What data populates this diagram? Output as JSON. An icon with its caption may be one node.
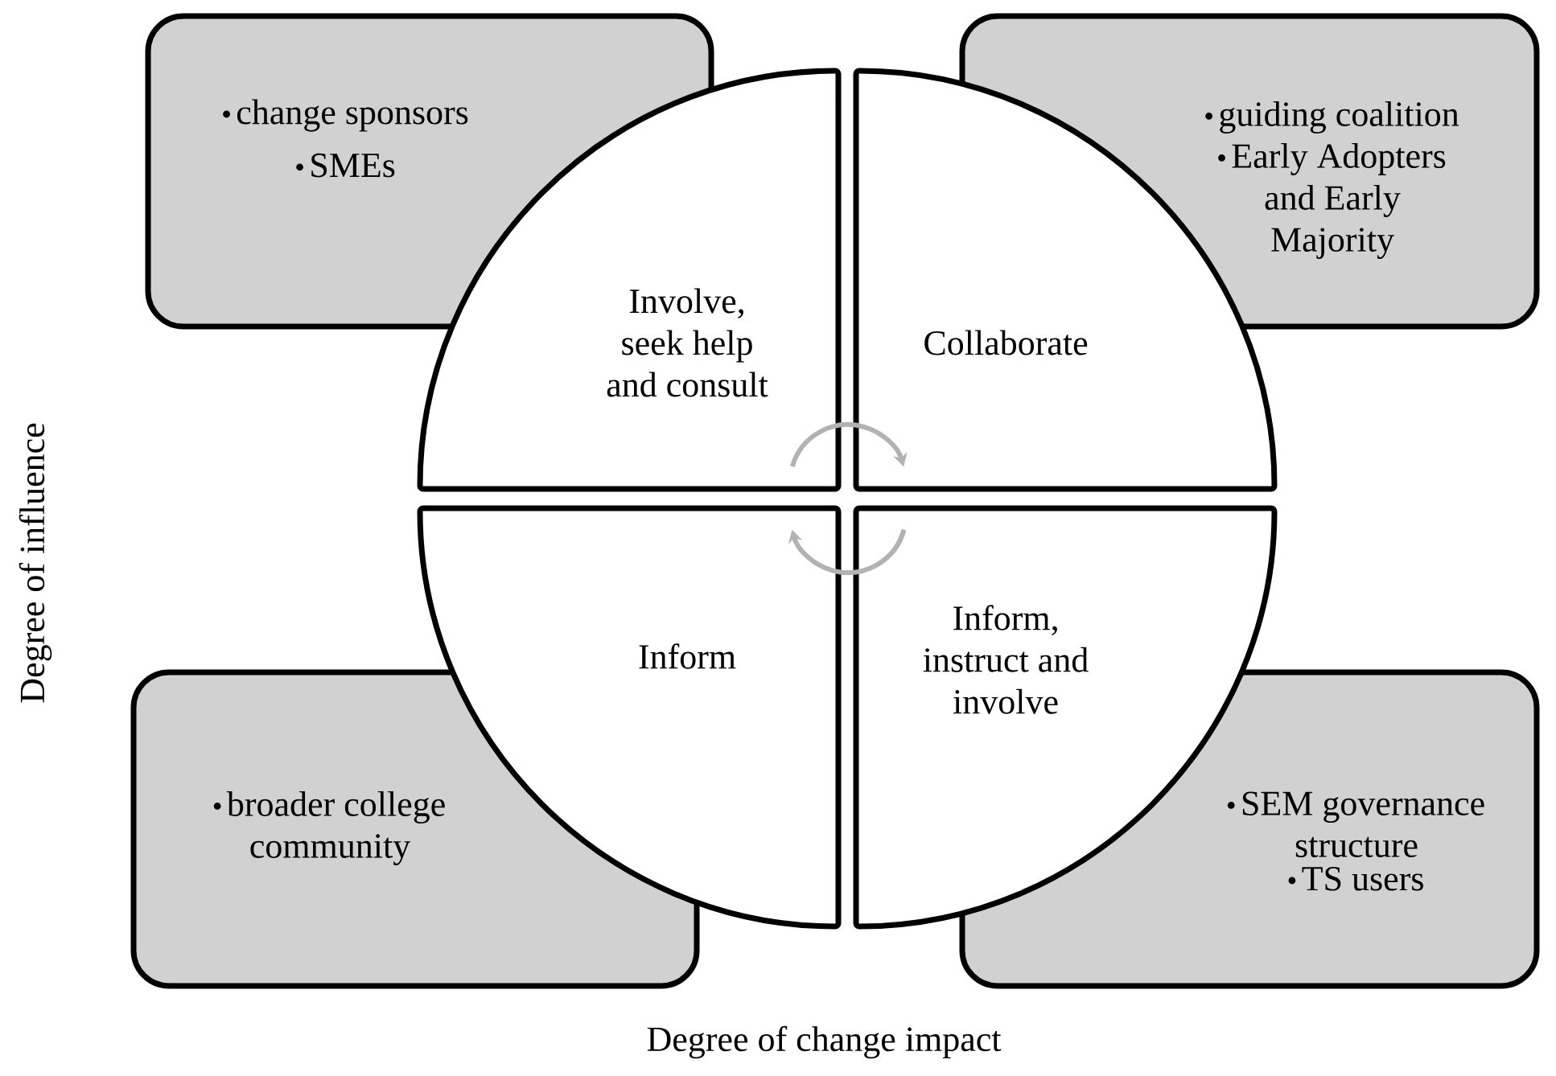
{
  "diagram": {
    "nodes": [
      {
        "text": [
          "change sponsors",
          "SMEs"
        ]
      },
      {
        "text": [
          "guiding coalition",
          "Early Adopters and Early Majority"
        ]
      },
      {
        "text": [
          "Involve, seek help and consult"
        ]
      },
      {
        "text": [
          "Collaborate"
        ]
      },
      {
        "text": [
          "Inform"
        ]
      },
      {
        "text": [
          "Inform, instruct and involve"
        ]
      },
      {
        "text": [
          "broader college community"
        ]
      },
      {
        "text": [
          "SEM governance structure",
          "TS users"
        ]
      }
    ],
    "edges": [
      {
        "from": 2,
        "to": 3,
        "arrow": "to"
      },
      {
        "from": 5,
        "to": 4,
        "arrow": "to"
      }
    ],
    "labels": [
      "Degree of influence",
      "Degree of change impact"
    ]
  }
}
